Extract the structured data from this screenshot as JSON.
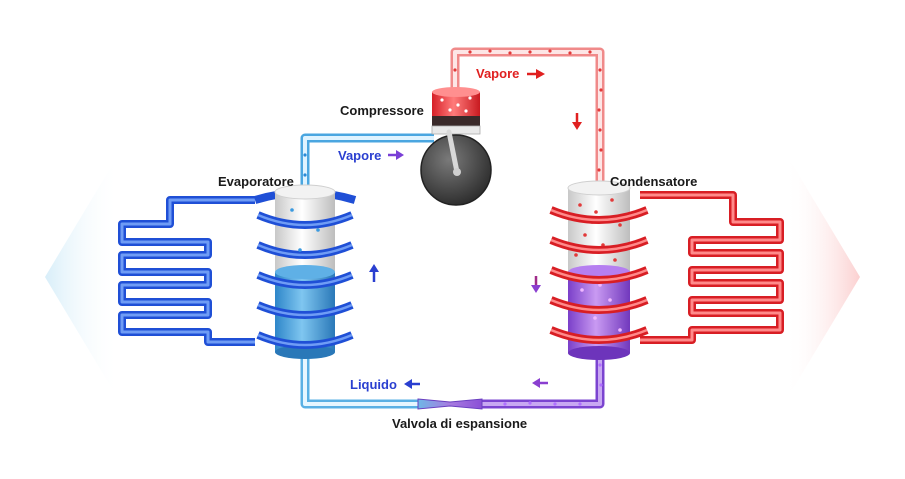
{
  "labels": {
    "compressor": "Compressore",
    "evaporator": "Evaporatore",
    "condenser": "Condensatore",
    "expansion_valve": "Valvola di espansione"
  },
  "flow_labels": {
    "vapor_hot": "Vapore",
    "vapor_cold": "Vapore",
    "liquid": "Liquido"
  },
  "colors": {
    "cold": "#2f6fd6",
    "cold_light": "#bfe3f5",
    "hot": "#e8323a",
    "hot_light": "#f7c6c6",
    "liquid_mix": "#8a4fd6",
    "arrow_blue": "#2a3fd0",
    "arrow_red": "#e02020",
    "arrow_purple": "#8a3fd0"
  }
}
